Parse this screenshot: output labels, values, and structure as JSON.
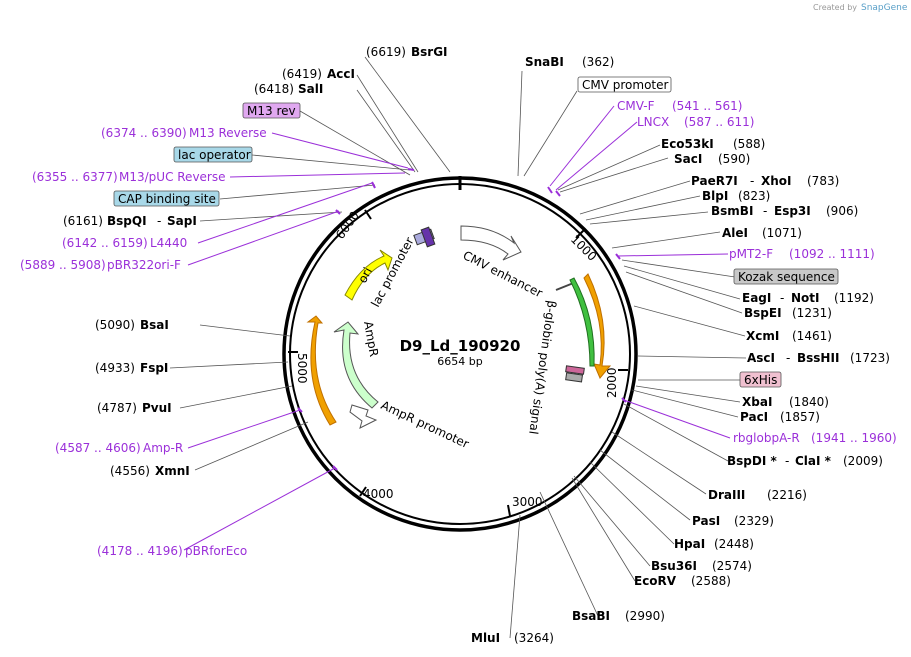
{
  "app": {
    "credit_prefix": "Created by",
    "credit_brand": "SnapGene"
  },
  "plasmid": {
    "name": "D9_Ld_190920",
    "size_label": "6654 bp"
  },
  "ticks": [
    "1000",
    "2000",
    "3000",
    "4000",
    "5000",
    "6000"
  ],
  "enzymes": {
    "BsrGI": {
      "name": "BsrGI",
      "pos": "(6619)"
    },
    "SnaBI": {
      "name": "SnaBI",
      "pos": "(362)"
    },
    "AccI": {
      "name": "AccI",
      "pos": "(6419)"
    },
    "SalI": {
      "name": "SalI",
      "pos": "(6418)"
    },
    "Eco53kI": {
      "name": "Eco53kI",
      "pos": "(588)"
    },
    "SacI": {
      "name": "SacI",
      "pos": "(590)"
    },
    "PaeR7I": {
      "name": "PaeR7I",
      "pos": "(783)"
    },
    "XhoI": {
      "name": "XhoI"
    },
    "BlpI": {
      "name": "BlpI",
      "pos": "(823)"
    },
    "BsmBI": {
      "name": "BsmBI",
      "pos": "(906)"
    },
    "Esp3I": {
      "name": "Esp3I"
    },
    "AleI": {
      "name": "AleI",
      "pos": "(1071)"
    },
    "EagI": {
      "name": "EagI",
      "pos": "(1192)"
    },
    "NotI": {
      "name": "NotI"
    },
    "BspEI": {
      "name": "BspEI",
      "pos": "(1231)"
    },
    "XcmI": {
      "name": "XcmI",
      "pos": "(1461)"
    },
    "AscI": {
      "name": "AscI",
      "pos": "(1723)"
    },
    "BssHII": {
      "name": "BssHII"
    },
    "XbaI": {
      "name": "XbaI",
      "pos": "(1840)"
    },
    "PacI": {
      "name": "PacI",
      "pos": "(1857)"
    },
    "BspDI": {
      "name": "BspDI *",
      "pos": "(2009)"
    },
    "ClaI": {
      "name": "ClaI *"
    },
    "DraIII": {
      "name": "DraIII",
      "pos": "(2216)"
    },
    "PasI": {
      "name": "PasI",
      "pos": "(2329)"
    },
    "HpaI": {
      "name": "HpaI",
      "pos": "(2448)"
    },
    "Bsu36I": {
      "name": "Bsu36I",
      "pos": "(2574)"
    },
    "EcoRV": {
      "name": "EcoRV",
      "pos": "(2588)"
    },
    "BsaBI": {
      "name": "BsaBI",
      "pos": "(2990)"
    },
    "MluI": {
      "name": "MluI",
      "pos": "(3264)"
    },
    "XmnI": {
      "name": "XmnI",
      "pos": "(4556)"
    },
    "PvuI": {
      "name": "PvuI",
      "pos": "(4787)"
    },
    "FspI": {
      "name": "FspI",
      "pos": "(4933)"
    },
    "BsaI": {
      "name": "BsaI",
      "pos": "(5090)"
    },
    "BspQI": {
      "name": "BspQI",
      "pos": "(6161)"
    },
    "SapI": {
      "name": "SapI"
    }
  },
  "primers": {
    "M13Reverse": {
      "range": "(6374 .. 6390)",
      "name": "M13 Reverse"
    },
    "M13pUCReverse": {
      "range": "(6355 .. 6377)",
      "name": "M13/pUC Reverse"
    },
    "L4440": {
      "range": "(6142 .. 6159)",
      "name": "L4440"
    },
    "pBR322oriF": {
      "range": "(5889 .. 5908)",
      "name": "pBR322ori-F"
    },
    "CMVF": {
      "name": "CMV-F",
      "range": "(541 .. 561)"
    },
    "LNCX": {
      "name": "LNCX",
      "range": "(587 .. 611)"
    },
    "pMT2F": {
      "name": "pMT2-F",
      "range": "(1092 .. 1111)"
    },
    "rbglobpAR": {
      "name": "rbglobpA-R",
      "range": "(1941 .. 1960)"
    },
    "AmpR": {
      "range": "(4587 .. 4606)",
      "name": "Amp-R"
    },
    "pBRforEco": {
      "range": "(4178 .. 4196)",
      "name": "pBRforEco"
    }
  },
  "boxed_features": {
    "M13rev": "M13 rev",
    "lacOperator": "lac operator",
    "CAPsite": "CAP binding site",
    "CMVpromoter": "CMV promoter",
    "Kozak": "Kozak sequence",
    "His": "6xHis"
  },
  "arc_features": {
    "cmv_enhancer": "CMV enhancer",
    "globin": "β-globin poly(A) signal",
    "lac_promoter": "lac promoter",
    "ori": "ori",
    "ampr": "AmpR",
    "ampr_promoter": "AmpR promoter"
  },
  "colors": {
    "primer": "#9b30d9",
    "m13_box": "#e0a8f0",
    "lac_box": "#a8d8e8",
    "kozak_box": "#c8c8c8",
    "his_box": "#f0c0d0",
    "ori_fill": "#ffff00",
    "ampr_fill": "#ccffcc",
    "orange_arrow": "#f0a000"
  }
}
